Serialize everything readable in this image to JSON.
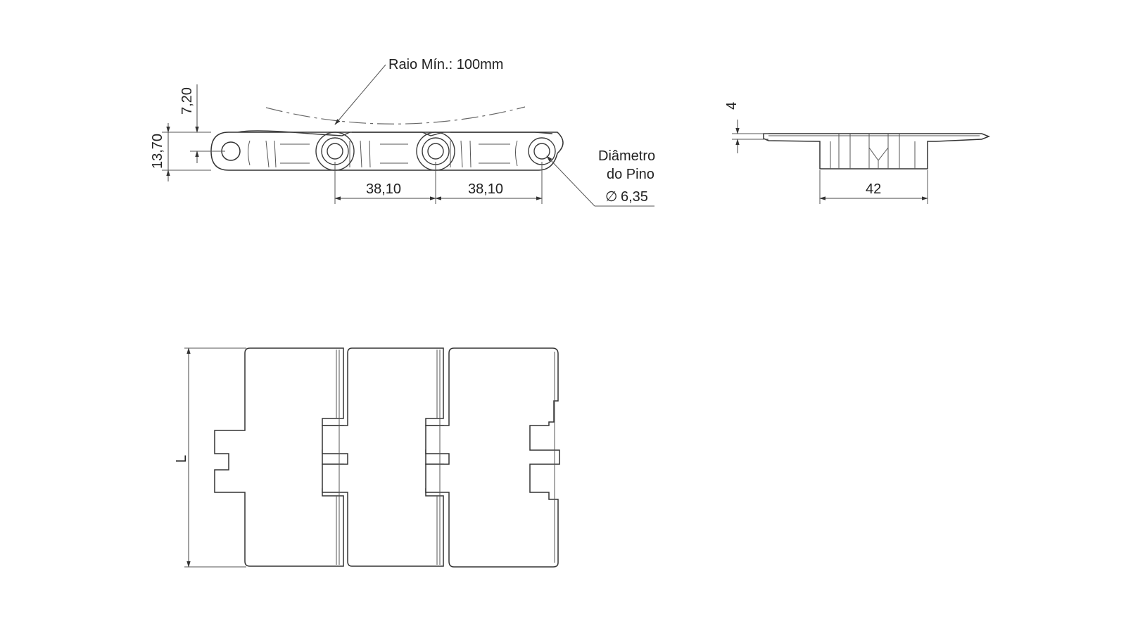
{
  "side_view": {
    "radius_label": "Raio Mín.: 100mm",
    "dim_height_total": "13,70",
    "dim_height_upper": "7,20",
    "pitch_1": "38,10",
    "pitch_2": "38,10",
    "pin_label_line1": "Diâmetro",
    "pin_label_line2": "do Pino",
    "pin_diameter_symbol": "∅",
    "pin_diameter": "6,35"
  },
  "end_view": {
    "thickness": "4",
    "width": "42"
  },
  "top_view": {
    "length_label": "L"
  }
}
